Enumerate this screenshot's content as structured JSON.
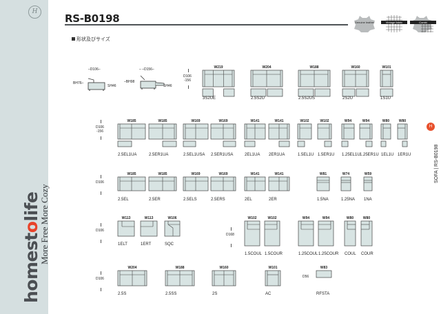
{
  "sidebar": {
    "badge_icon": "H",
    "brand_prefix": "homest",
    "brand_o": "o",
    "brand_suffix": "life",
    "tagline": "More Free More Cozy",
    "accent_color": "#e8432a",
    "background_color": "#d5dfe0"
  },
  "header": {
    "title": "RS-B0198",
    "section_label": "形状及びサイズ",
    "materials": [
      {
        "icon": "leather-hide-icon",
        "label": "Genuine leather"
      },
      {
        "icon": "fabric-weave-icon",
        "label": "Vintage fabric"
      },
      {
        "icon": "leather-fabric-combo-icon",
        "label": "Combi"
      }
    ]
  },
  "side_tab": {
    "category": "SOFA",
    "separator": "|",
    "model": "RS-B0198"
  },
  "profiles": [
    {
      "depth": "D106",
      "back_height": "BH76",
      "seat_height": "SH46"
    },
    {
      "depth": "D156",
      "back_height": "BH98",
      "seat_height": "SH46"
    }
  ],
  "rows": [
    {
      "depth_label": "D106\n-156",
      "items": [
        {
          "width": "W219",
          "code": "3S2UE"
        },
        {
          "width": "W204",
          "code": "2.5S2U"
        },
        {
          "width": "W188",
          "code": "2.5S2US"
        },
        {
          "width": "W160",
          "code": "2S2U"
        },
        {
          "width": "W101",
          "code": "1S1U"
        }
      ]
    },
    {
      "depth_label": "D106\n-156",
      "items": [
        {
          "width": "W185",
          "code": "2.5EL1UA"
        },
        {
          "width": "W185",
          "code": "2.5ER1UA"
        },
        {
          "width": "W169",
          "code": "2.5EL1USA"
        },
        {
          "width": "W169",
          "code": "2.5ER1USA"
        },
        {
          "width": "W141",
          "code": "2EL1UA"
        },
        {
          "width": "W141",
          "code": "2ER1UA"
        },
        {
          "width": "W102",
          "code": "1.5EL1U"
        },
        {
          "width": "W102",
          "code": "1.5ER1U"
        },
        {
          "width": "W94",
          "code": "1.25EL1U"
        },
        {
          "width": "W94",
          "code": "1.25ER1U"
        },
        {
          "width": "W80",
          "code": "1EL1U"
        },
        {
          "width": "W80",
          "code": "1ER1U"
        }
      ]
    },
    {
      "depth_label": "D106",
      "items": [
        {
          "width": "W185",
          "code": "2.5EL"
        },
        {
          "width": "W185",
          "code": "2.5ER"
        },
        {
          "width": "W169",
          "code": "2.5ELS"
        },
        {
          "width": "W169",
          "code": "2.5ERS"
        },
        {
          "width": "W141",
          "code": "2EL"
        },
        {
          "width": "W141",
          "code": "2ER"
        },
        {
          "width": "W81",
          "code": "1.5NA"
        },
        {
          "width": "W74",
          "code": "1.25NA"
        },
        {
          "width": "W59",
          "code": "1NA"
        }
      ]
    },
    {
      "depth_label": "D106",
      "items": [
        {
          "width": "W113",
          "code": "1ELT"
        },
        {
          "width": "W113",
          "code": "1ERT"
        },
        {
          "width": "W106",
          "code": "SQC"
        }
      ]
    },
    {
      "depth_label": "D168",
      "items": [
        {
          "width": "W102",
          "code": "1.5COUL"
        },
        {
          "width": "W102",
          "code": "1.5COUR"
        },
        {
          "width": "W94",
          "code": "1.25COUL"
        },
        {
          "width": "W94",
          "code": "1.25COUR"
        },
        {
          "width": "W80",
          "code": "COUL"
        },
        {
          "width": "W80",
          "code": "COUR"
        }
      ]
    },
    {
      "depth_label": "D106",
      "items": [
        {
          "width": "W204",
          "code": "2.5S"
        },
        {
          "width": "W188",
          "code": "2.5SS"
        },
        {
          "width": "W160",
          "code": "2S"
        },
        {
          "width": "W101",
          "code": "AC"
        }
      ]
    },
    {
      "depth_label": "D56",
      "items": [
        {
          "width": "W83",
          "code": "RFSTA"
        }
      ]
    }
  ]
}
